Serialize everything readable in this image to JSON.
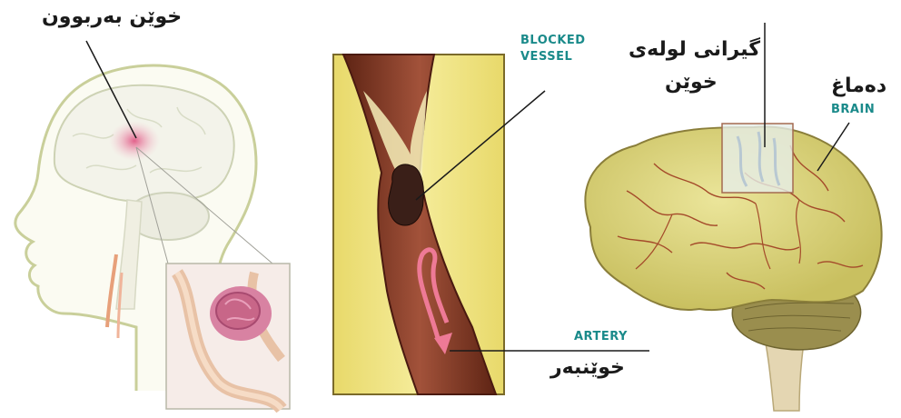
{
  "labels": {
    "hemorrhage_ku": "خوێن بەربوون",
    "blocked_vessel_en_1": "BLOCKED",
    "blocked_vessel_en_2": "VESSEL",
    "blockage_ku_line1": "گیرانی لولەی",
    "blockage_ku_line2": "خوێن",
    "brain_ku": "دەماغ",
    "brain_en": "BRAIN",
    "artery_en": "ARTERY",
    "artery_ku": "خوێنبەر"
  },
  "colors": {
    "teal_label": "#1a8a8a",
    "leader_line": "#1a1a1a",
    "brain_fill": "#d8d27c",
    "brain_vein": "#a44a2a",
    "artery_fill": "#8a3a24",
    "panel_fill": "#efe47a",
    "clot": "#3a1f18",
    "head_outline": "#c9cf9a",
    "bleed": "#e06a8a"
  },
  "icons": [
    "head-silhouette",
    "brain-illustration",
    "artery-closeup",
    "blood-clot",
    "flow-arrow"
  ]
}
